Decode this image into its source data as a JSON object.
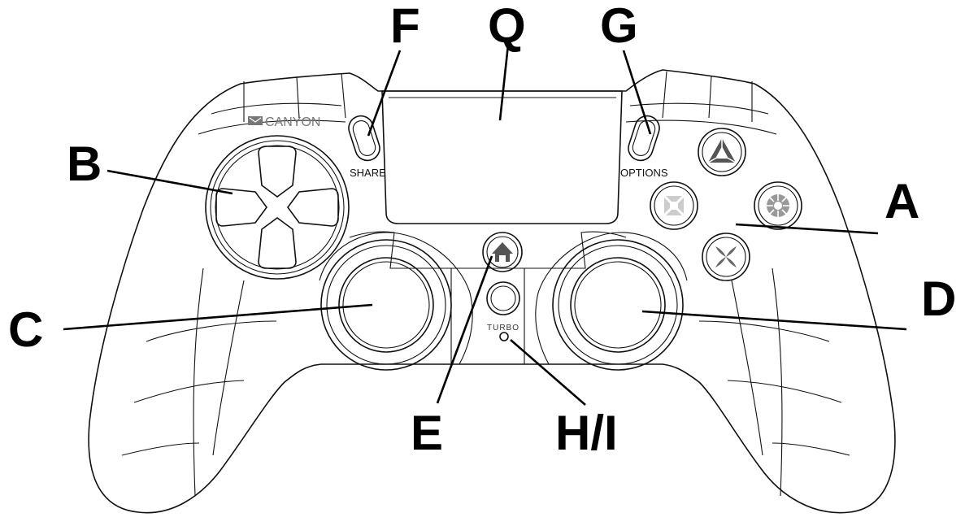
{
  "brand": {
    "logo_text": "CANYON"
  },
  "buttons": {
    "share_label": "SHARE",
    "options_label": "OPTIONS",
    "turbo_label": "TURBO"
  },
  "callouts": {
    "A": "A",
    "B": "B",
    "C": "C",
    "D": "D",
    "E": "E",
    "F": "F",
    "G": "G",
    "H_I": "H/I",
    "Q": "Q"
  },
  "icons": {
    "home": "home-icon",
    "triangle": "triangle-icon",
    "circle": "circle-icon",
    "square": "square-icon",
    "cross": "cross-icon"
  }
}
